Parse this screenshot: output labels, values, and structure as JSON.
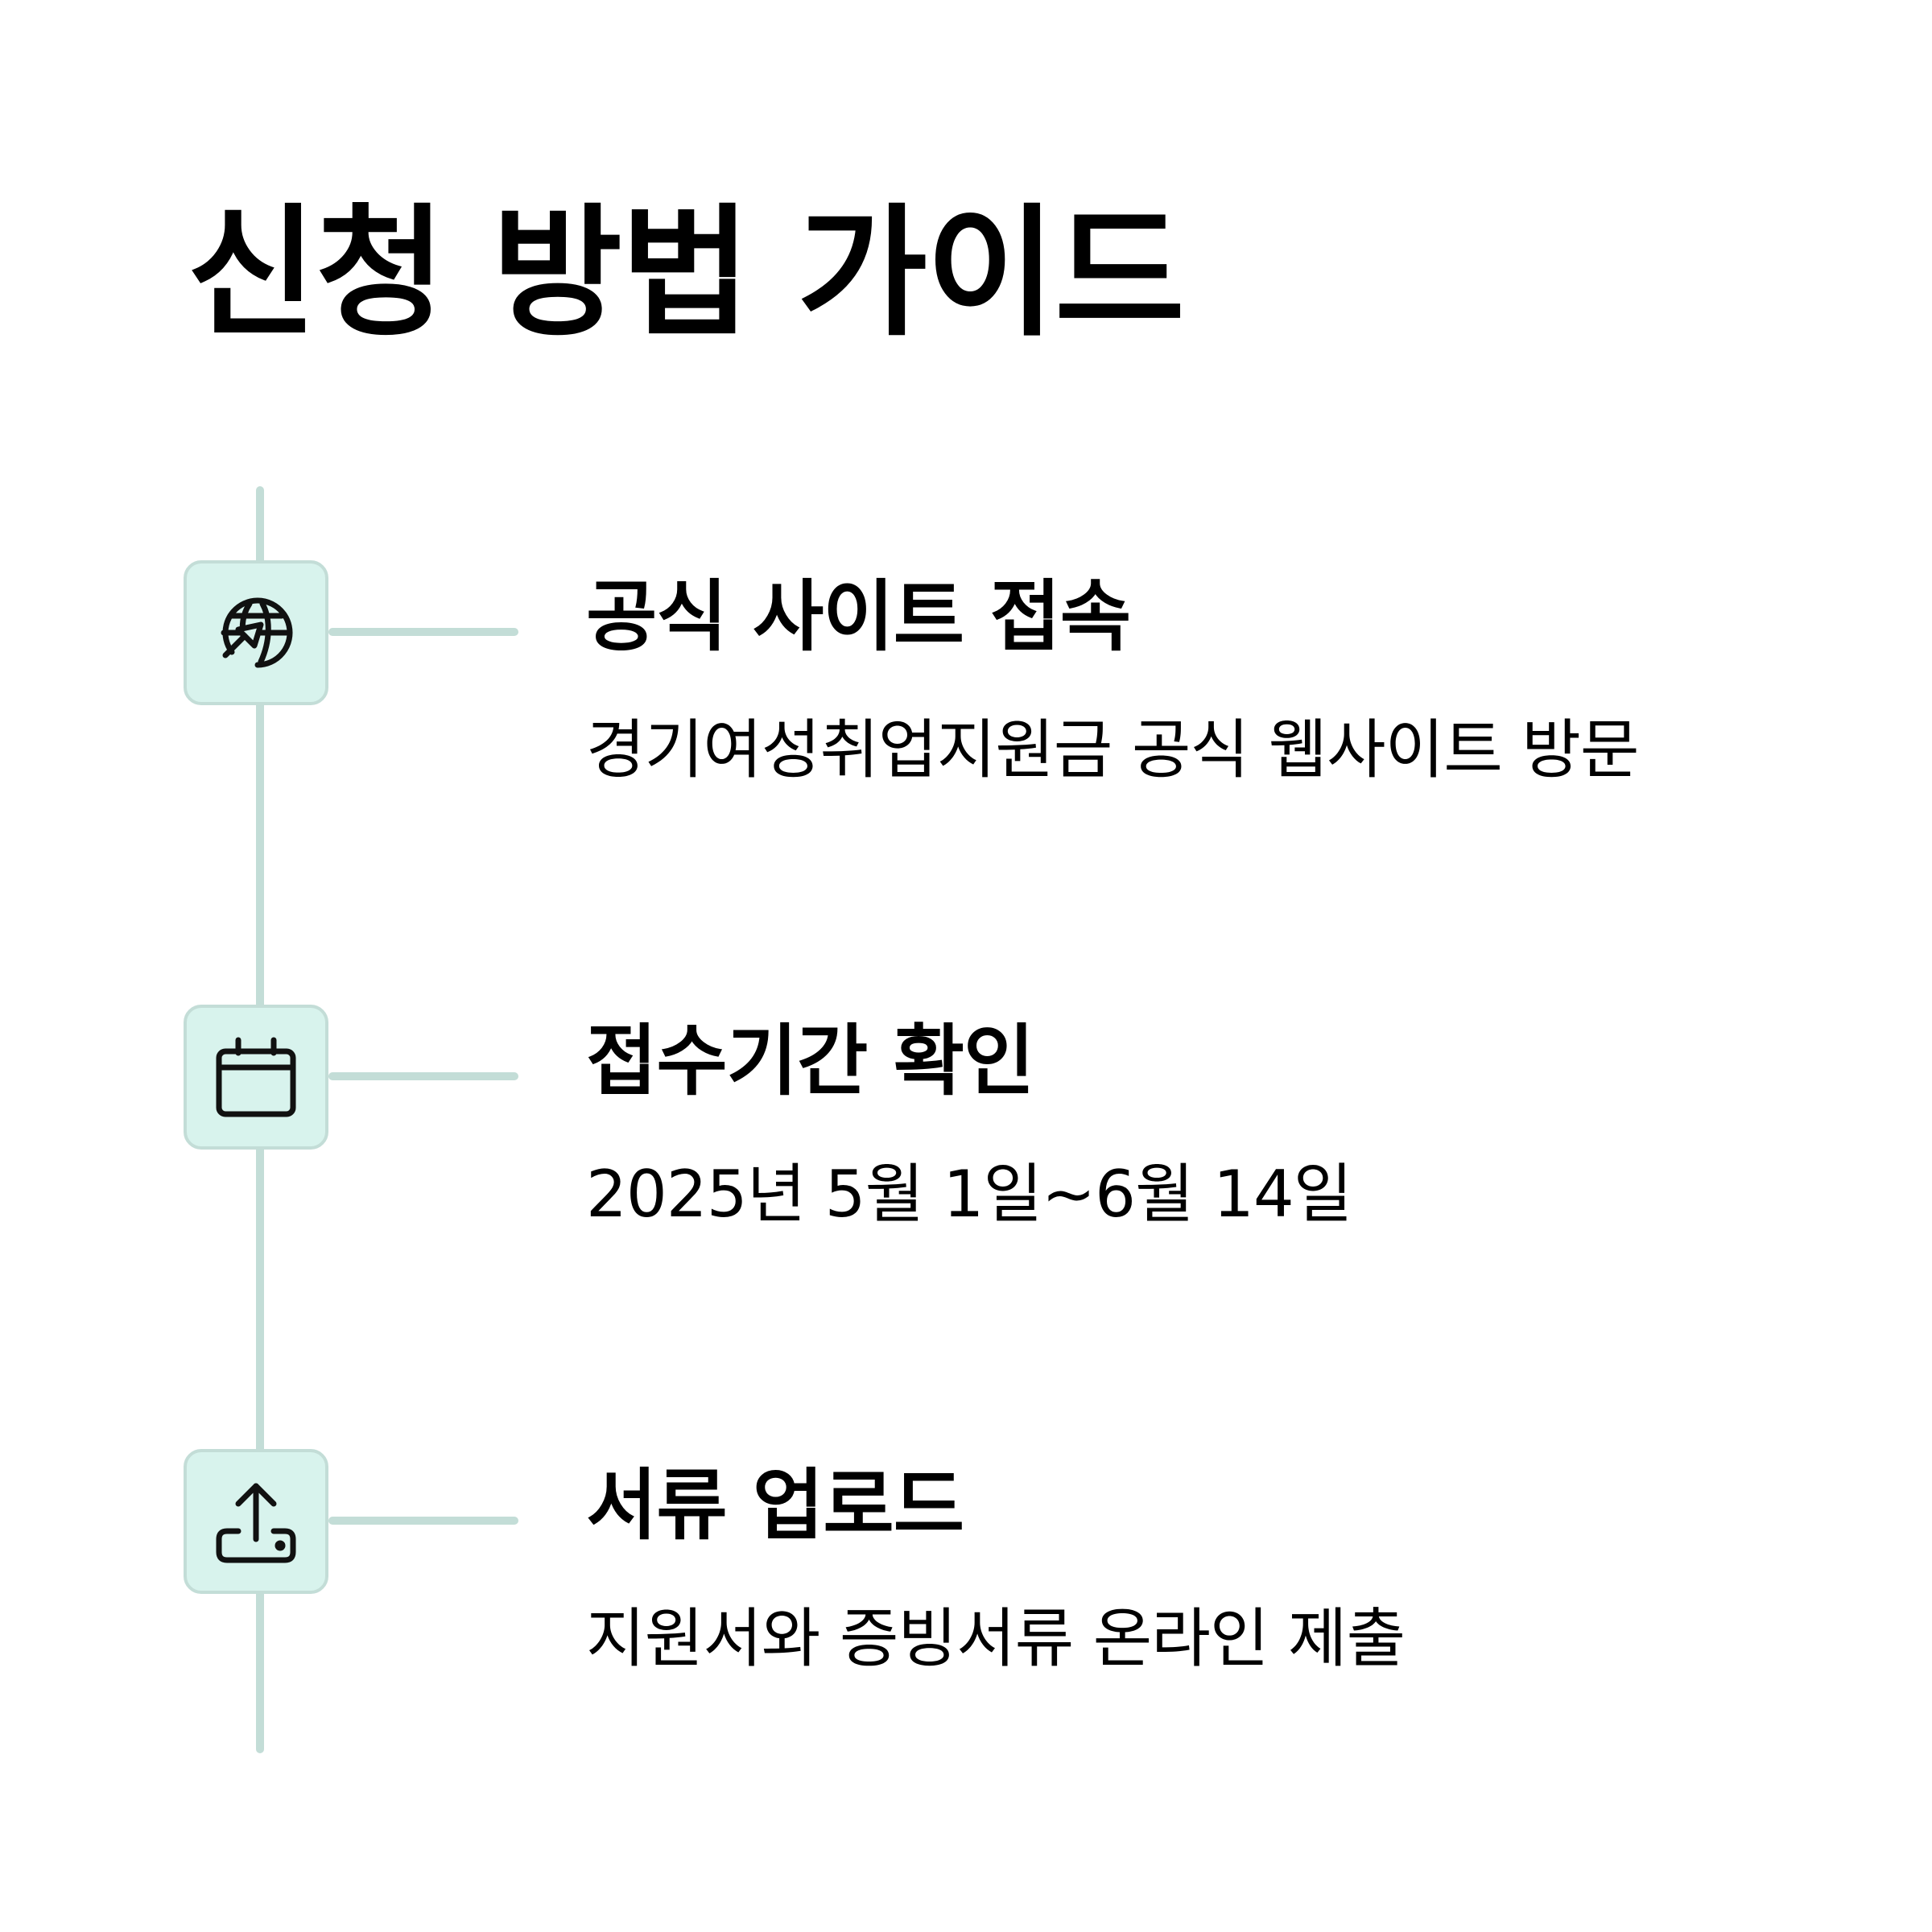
{
  "title": "신청 방법 가이드",
  "steps": [
    {
      "icon": "globe-cursor-icon",
      "title": "공식 사이트 접속",
      "description": "경기여성취업지원금 공식 웹사이트 방문"
    },
    {
      "icon": "calendar-icon",
      "title": "접수기간 확인",
      "description": "2025년 5월 1일~6월 14일"
    },
    {
      "icon": "upload-icon",
      "title": "서류 업로드",
      "description": "지원서와 증빙서류 온라인 제출"
    }
  ],
  "colors": {
    "line": "#c3ddd7",
    "icon_background": "#d8f3ed",
    "text": "#000000",
    "background": "#ffffff"
  }
}
